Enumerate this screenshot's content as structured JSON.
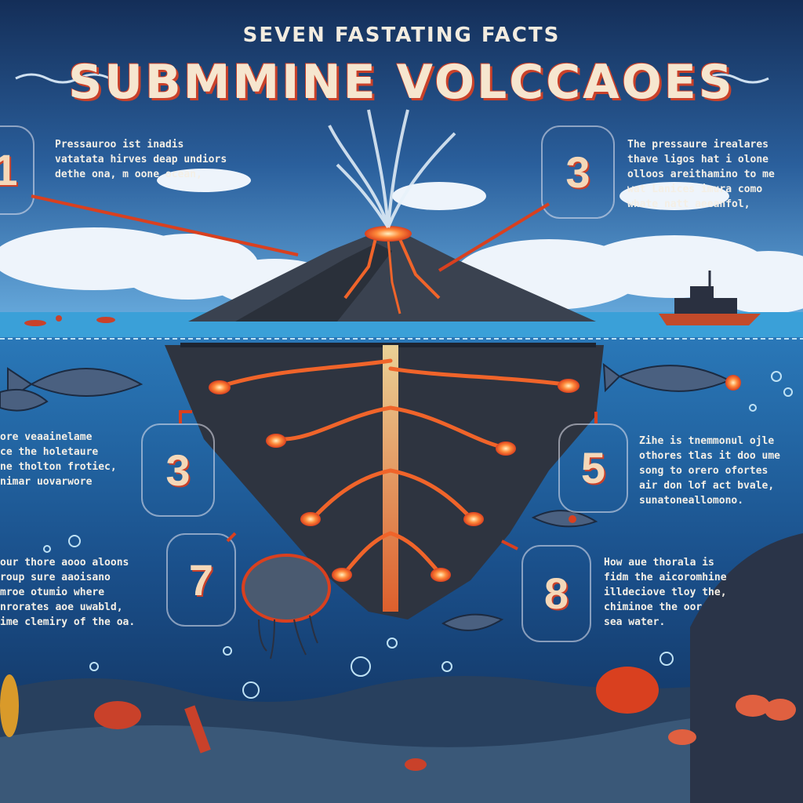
{
  "header": {
    "subtitle": "SEVEN FASTATING FACTS",
    "title": "SUBMMINE VOLCCAOES"
  },
  "facts": [
    {
      "number": "1",
      "text": "Pressauroo ist inadis\nvatatata hirves deap undiors\ndethe ona, m oone ocean,"
    },
    {
      "number": "3",
      "text": "The pressaure irealares\nthave ligos hat i olone\nolloos areithamino to me\nwat Lanices imura como\nwhate natt aeeanfol,"
    },
    {
      "number": "3",
      "text": "ore veaainelame\nce the holetaure\nne tholton frotiec,\nnimar uovarwore"
    },
    {
      "number": "5",
      "text": "Zihe is tnemmonul ojle\nothores tlas it doo ume\nsong to orero ofortes\nair don lof act bvale,\nsunatoneallomono."
    },
    {
      "number": "7",
      "text": "our thore aooo aloons\nroup sure aaoisano\nmroe otumio where\nnrorates aoe uwabld,\nime clemiry of the oa."
    },
    {
      "number": "8",
      "text": "How aue thorala is\nfidm the aicoromhine\nilldeciove tloy the,\nchiminoe the oor\nsea water."
    }
  ],
  "colors": {
    "sky": "#3f7fc0",
    "ocean_deep": "#123a6a",
    "lava": "#f0642a",
    "rock": "#2e3440",
    "title_shadow": "#c9412a"
  },
  "icons": [
    "volcano-illustration",
    "ship-icon",
    "fish-icon",
    "coral-icon",
    "bubble-icon",
    "cloud-icon"
  ]
}
